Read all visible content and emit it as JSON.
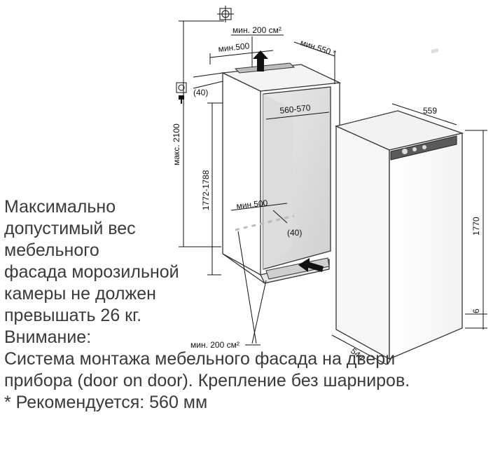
{
  "dimensions": {
    "min_vent_area_top": "мин. 200 см²",
    "min_500_top": "мин.500",
    "min_550": "мин.550 *",
    "offset_40_top": "(40)",
    "max_height": "макс. 2100",
    "niche_height": "1772-1788",
    "niche_width": "560-570",
    "appliance_width": "559",
    "appliance_height": "1770",
    "offset_6": "6",
    "appliance_depth": "544",
    "min_500_bottom": "мин.500",
    "offset_40_bottom": "(40)",
    "min_vent_area_bottom": "мин. 200 см²"
  },
  "notes": {
    "line1": "Максимально",
    "line2": "допустимый вес",
    "line3": "мебельного",
    "line4": "фасада морозильной",
    "line5": "камеры не должен",
    "line6": "превышать 26 кг.",
    "line7": "Внимание:",
    "line8": "Система монтажа мебельного фасада на двери",
    "line9": "прибора (door on door). Крепление без шарниров.",
    "line10": "* Рекомендуется: 560 мм"
  },
  "icons": [
    "socket-icon",
    "ventilation-arrow-icon",
    "section-symbol-icon",
    "plug-icon"
  ]
}
